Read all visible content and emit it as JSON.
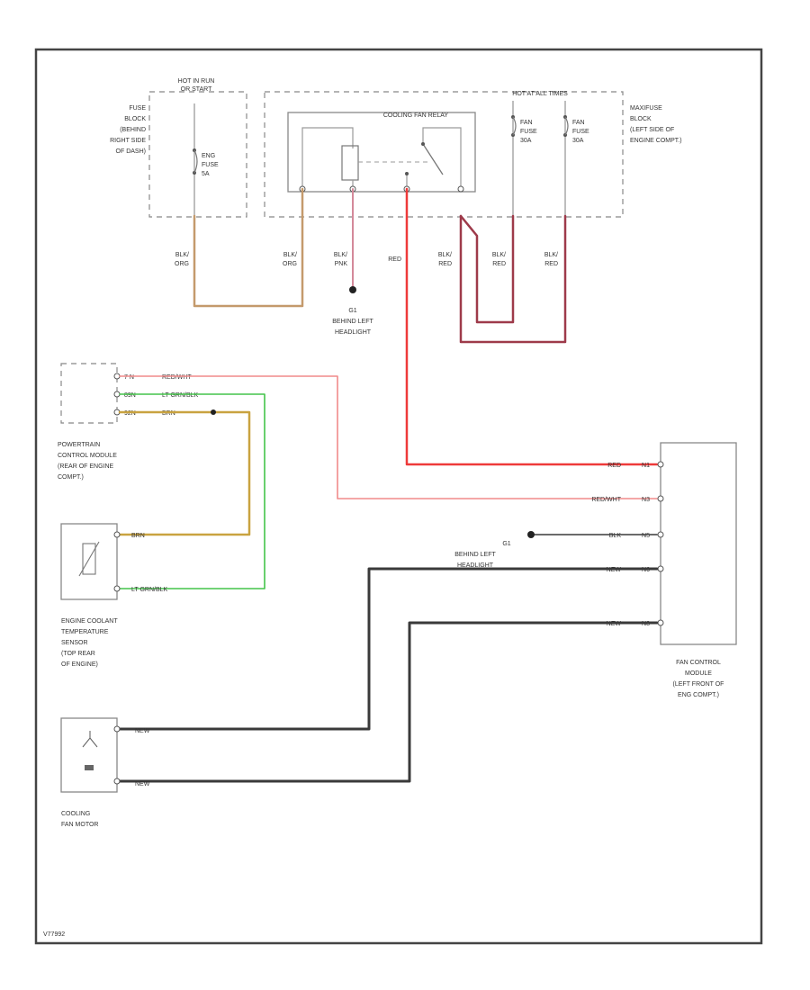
{
  "colors": {
    "frame": "#444444",
    "blk_org": "#c49a6c",
    "blk_pnk": "#d4899a",
    "red": "#ee3a3a",
    "blk_red": "#9e3a4a",
    "red_wht": "#f08a8a",
    "lt_grn_blk": "#44c44a",
    "brn": "#c9a340",
    "black_wire": "#3a3a3a",
    "gray_wire": "#9a9a9a"
  },
  "fuse_block": {
    "title_lines": [
      "HOT IN RUN",
      "OR START"
    ],
    "location_lines": [
      "FUSE",
      "BLOCK",
      "(BEHIND",
      "RIGHT SIDE",
      "OF DASH)"
    ],
    "fuse_lines": [
      "ENG",
      "FUSE",
      "5A"
    ]
  },
  "maxi_fuse": {
    "header": "HOT AT ALL TIMES",
    "location_lines": [
      "MAXIFUSE",
      "BLOCK",
      "(LEFT SIDE OF",
      "ENGINE COMPT.)"
    ],
    "fuse1_lines": [
      "FAN",
      "FUSE",
      "30A"
    ],
    "fuse2_lines": [
      "FAN",
      "FUSE",
      "30A"
    ],
    "relay_label": "COOLING FAN RELAY"
  },
  "wires": {
    "w1": [
      "BLK/",
      "ORG"
    ],
    "w2": [
      "BLK/",
      "ORG"
    ],
    "w3": [
      "BLK/",
      "PNK"
    ],
    "w4": "RED",
    "w5": [
      "BLK/",
      "RED"
    ],
    "w6": [
      "BLK/",
      "RED"
    ],
    "w7": [
      "BLK/",
      "RED"
    ]
  },
  "ground_g1": {
    "id": "G1",
    "location_lines": [
      "BEHIND LEFT",
      "HEADLIGHT"
    ]
  },
  "pcm": {
    "pins": [
      {
        "pin": "7 N",
        "wire": "RED/WHT"
      },
      {
        "pin": "89N",
        "wire": "LT GRN/BLK"
      },
      {
        "pin": "92N",
        "wire": "BRN"
      }
    ],
    "label_lines": [
      "POWERTRAIN",
      "CONTROL MODULE",
      "(REAR OF ENGINE",
      "COMPT.)"
    ]
  },
  "fan_module": {
    "pins": [
      {
        "wire": "RED",
        "pin": "N1"
      },
      {
        "wire": "RED/WHT",
        "pin": "N3"
      },
      {
        "wire": "BLK",
        "pin": "N5"
      },
      {
        "wire": "NEW",
        "pin": "N6"
      },
      {
        "wire": "NEW",
        "pin": "N8"
      }
    ],
    "label_lines": [
      "FAN CONTROL",
      "MODULE",
      "(LEFT FRONT OF",
      "ENG COMPT.)"
    ]
  },
  "ground_g2": {
    "id": "G1",
    "location_lines": [
      "BEHIND LEFT",
      "HEADLIGHT"
    ]
  },
  "ect_sensor": {
    "wire_top": "BRN",
    "wire_bottom": "LT GRN/BLK",
    "label_lines": [
      "ENGINE COOLANT",
      "TEMPERATURE",
      "SENSOR",
      "(TOP REAR",
      "OF ENGINE)"
    ]
  },
  "fan_motor": {
    "wire_top": "NEW",
    "wire_bottom": "NEW",
    "label_lines": [
      "COOLING",
      "FAN MOTOR"
    ]
  },
  "footer_code": "V77992"
}
